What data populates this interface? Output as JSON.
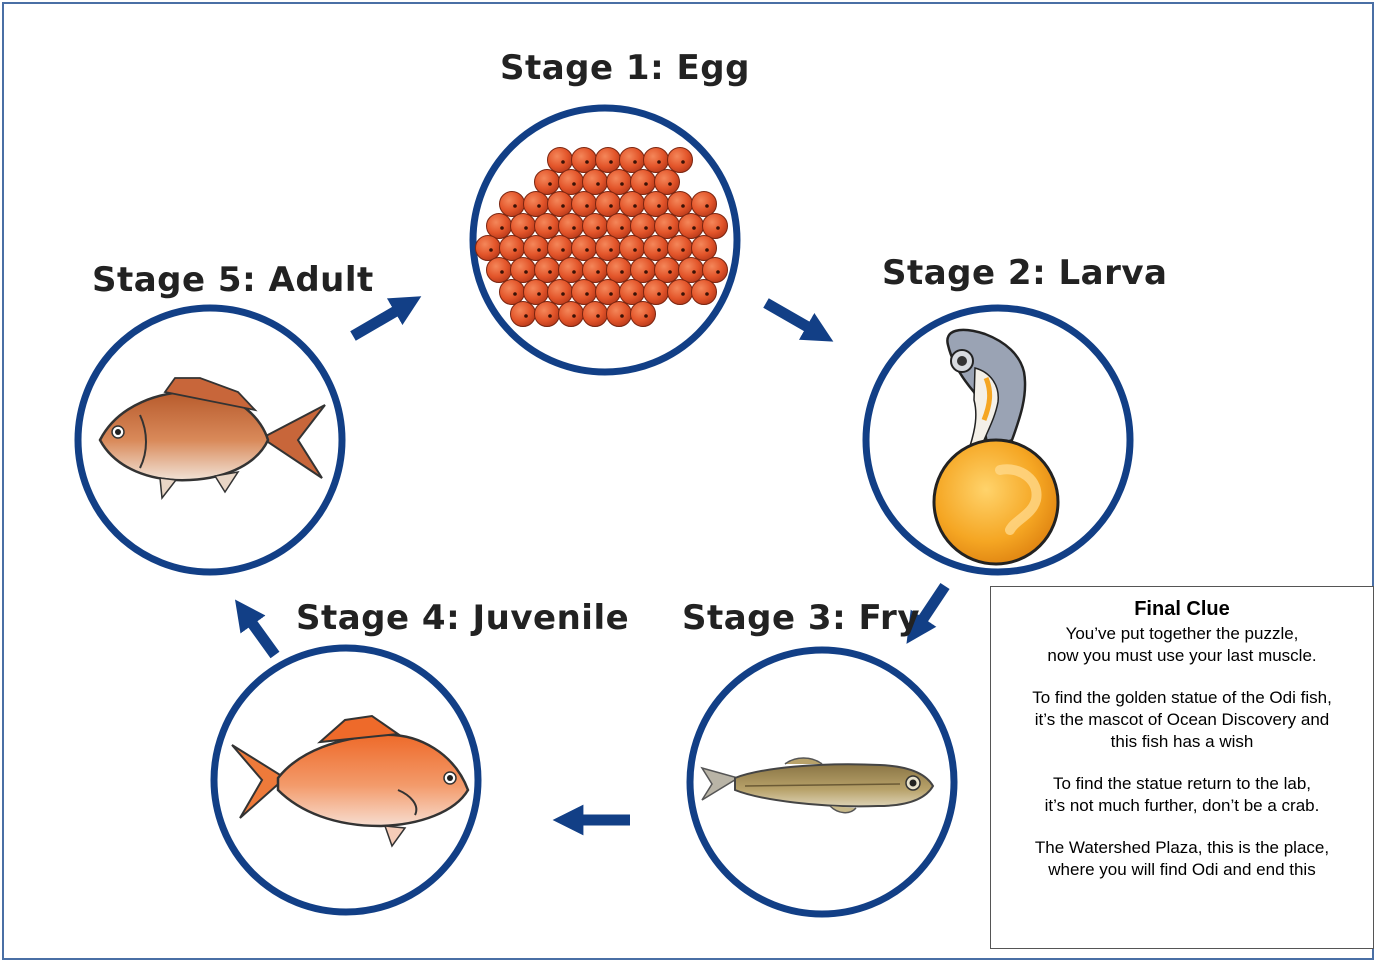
{
  "stages": [
    {
      "id": 1,
      "title": "Stage 1: Egg"
    },
    {
      "id": 2,
      "title": "Stage 2: Larva"
    },
    {
      "id": 3,
      "title": "Stage 3: Fry"
    },
    {
      "id": 4,
      "title": "Stage 4: Juvenile"
    },
    {
      "id": 5,
      "title": "Stage 5: Adult"
    }
  ],
  "clue": {
    "title": "Final Clue",
    "paragraphs": [
      "You’ve put together the puzzle,\nnow you must use your last muscle.",
      "To find the golden statue of the Odi fish,\nit’s the mascot of Ocean Discovery and\nthis fish has a wish",
      "To find the statue return to the lab,\nit’s not much further, don’t be a crab.",
      "The Watershed Plaza, this is the place,\nwhere you will find Odi and end this"
    ]
  },
  "colors": {
    "circle": "#123f86",
    "arrow": "#123f86",
    "egg": "#e3552a",
    "larva_yolk": "#f5a623",
    "adult_fish": "#c8663a",
    "juvenile_fish": "#ee7a3a",
    "fry": "#a89260"
  },
  "icons": [
    "egg-cluster-icon",
    "larva-icon",
    "fry-fish-icon",
    "juvenile-fish-icon",
    "adult-fish-icon",
    "cycle-arrow-icon"
  ]
}
